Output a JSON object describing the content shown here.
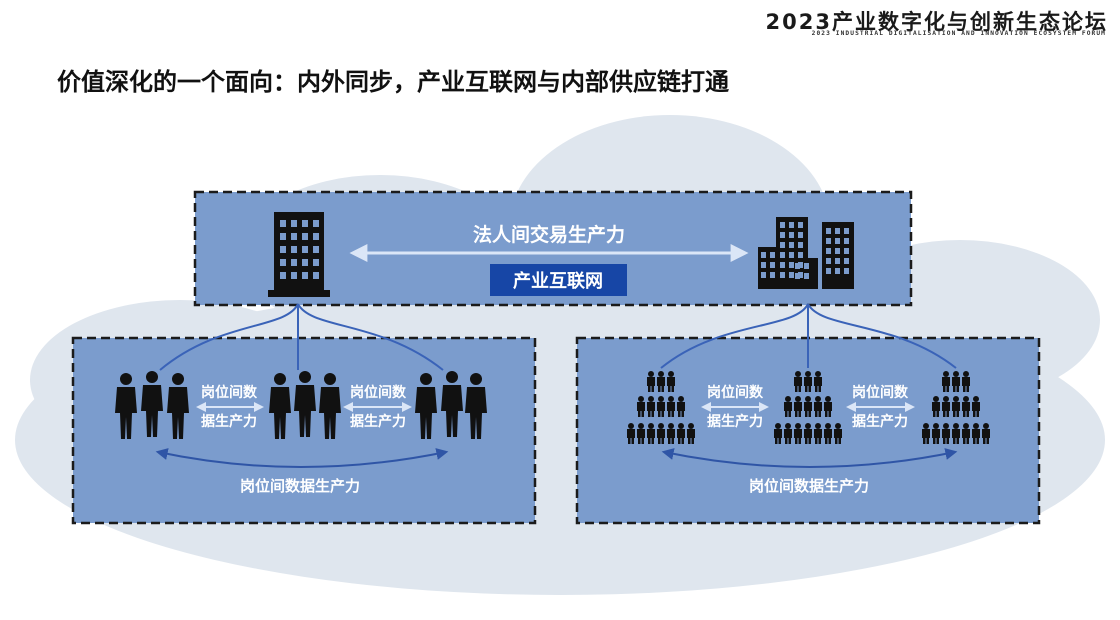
{
  "header": {
    "forum_title": "2023产业数字化与创新生态论坛",
    "forum_subtitle": "2023 INDUSTRIAL DIGITALISATION AND INNOVATION  ECOSYSTEM FORUM"
  },
  "slide": {
    "title": "价值深化的一个面向：内外同步，产业互联网与内部供应链打通"
  },
  "diagram": {
    "top_box": {
      "arrow_label": "法人间交易生产力",
      "platform_label": "产业互联网"
    },
    "left_box": {
      "pair_label_line1": "岗位间数",
      "pair_label_line2": "据生产力",
      "bottom_label": "岗位间数据生产力"
    },
    "right_box": {
      "pair_label_line1": "岗位间数",
      "pair_label_line2": "据生产力",
      "bottom_label": "岗位间数据生产力"
    },
    "colors": {
      "cloud": "#dfe6ee",
      "box_fill": "#7b9ccd",
      "box_border": "#1b1b1b",
      "platform_fill": "#1746a6",
      "arrow": "#dbe6f7",
      "connector": "#3a63b8",
      "bottom_arrow": "#2f55a6",
      "icon": "#111111",
      "label_text": "#ffffff"
    }
  }
}
